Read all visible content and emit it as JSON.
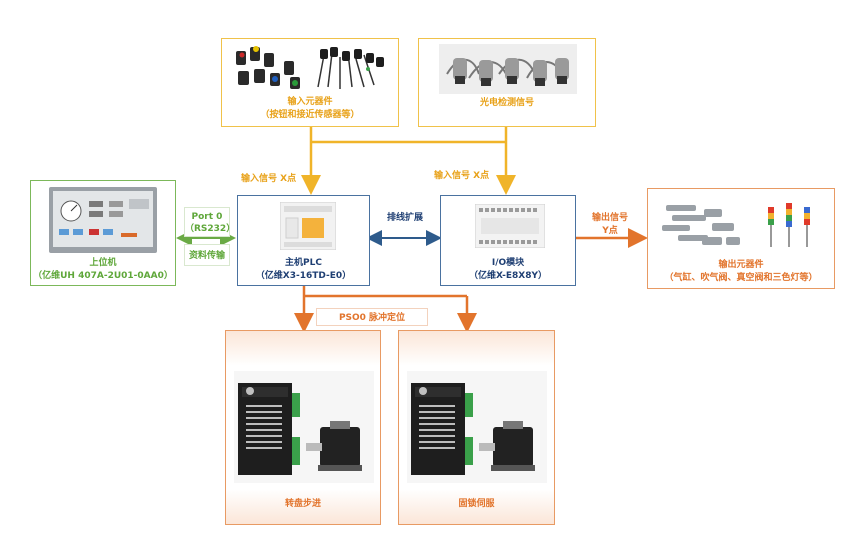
{
  "input_components": {
    "title": "输入元器件",
    "subtitle": "（按钮和接近传感器等）"
  },
  "photo_signal": {
    "title": "光电检测信号"
  },
  "hmi": {
    "title": "上位机",
    "subtitle": "（亿维UH 407A-2U01-0AA0）"
  },
  "port_label": {
    "line1": "Port 0",
    "line2": "（RS232）"
  },
  "data_transfer_label": "资料传输",
  "main_plc": {
    "title": "主机PLC",
    "subtitle": "（亿维X3-16TD-E0）"
  },
  "cable_label": "排线扩展",
  "io_module": {
    "title": "I/O模块",
    "subtitle": "（亿维X-E8X8Y）"
  },
  "input_signal_left": "输入信号 X点",
  "input_signal_right": "输入信号 X点",
  "output_signal": {
    "line1": "输出信号",
    "line2": "Y点"
  },
  "output_components": {
    "title": "输出元器件",
    "subtitle": "（气缸、吹气阀、真空阀和三色灯等）"
  },
  "pulse_label": "PSO0 脉冲定位",
  "turntable": {
    "title": "转盘步进"
  },
  "lock_servo": {
    "title": "固锁伺服"
  },
  "colors": {
    "yellow": "#e8b030",
    "green": "#6aaa45",
    "blue": "#2e5b8c",
    "orange": "#e2742c"
  }
}
